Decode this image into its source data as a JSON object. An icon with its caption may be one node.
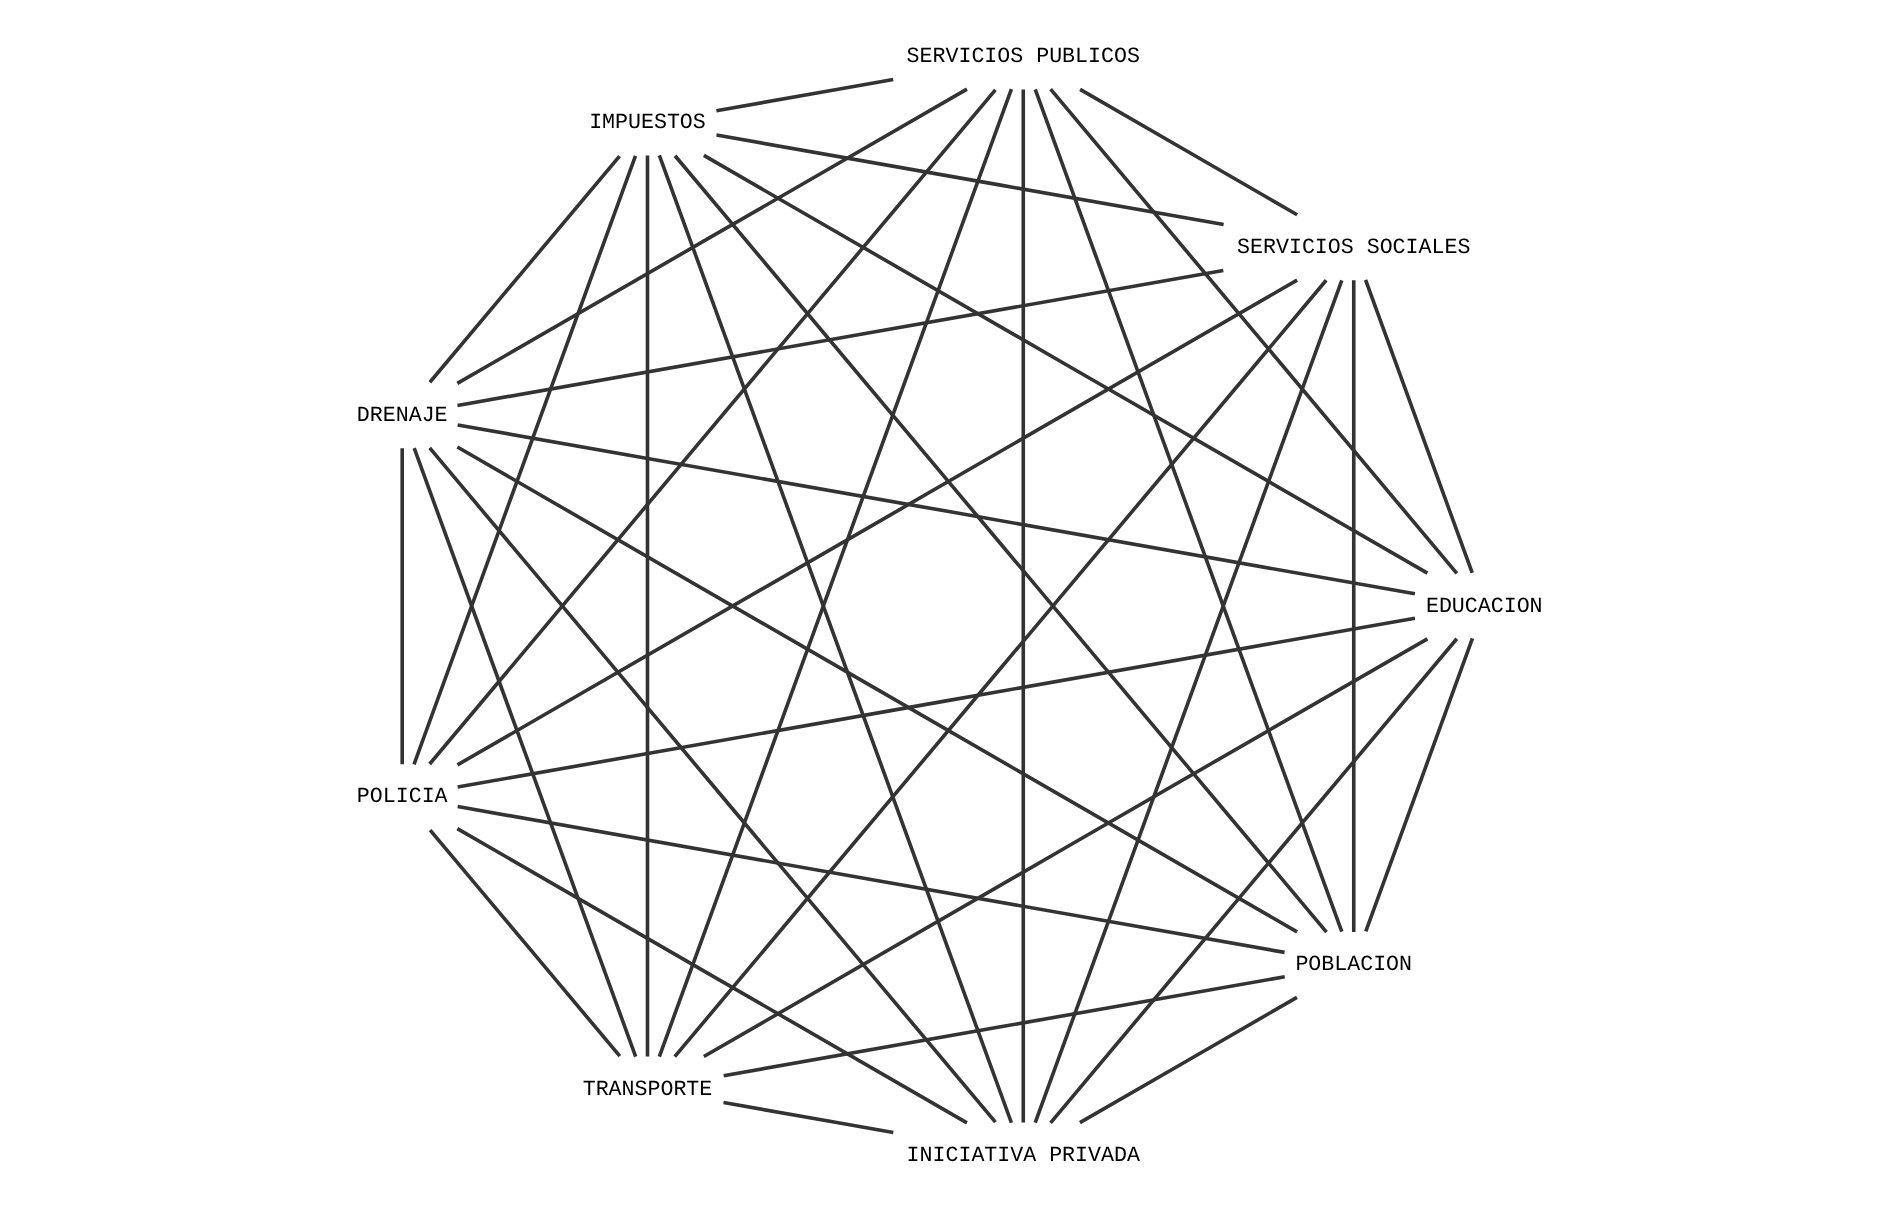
{
  "diagram": {
    "nodes": [
      {
        "text": [
          "POBLACION"
        ]
      },
      {
        "text": [
          "EDUCACION"
        ]
      },
      {
        "text": [
          "TRANSPORTE"
        ]
      },
      {
        "text": [
          "POLICIA"
        ]
      },
      {
        "text": [
          "DRENAJE"
        ]
      },
      {
        "text": [
          "IMPUESTOS"
        ]
      },
      {
        "text": [
          "SERVICIOS PUBLICOS"
        ]
      },
      {
        "text": [
          "SERVICIOS SOCIALES"
        ]
      },
      {
        "text": [
          "INICIATIVA PRIVADA"
        ]
      }
    ],
    "edges": [
      {
        "from": 0,
        "to": 1,
        "arrow": "none"
      },
      {
        "from": 0,
        "to": 2,
        "arrow": "none"
      },
      {
        "from": 0,
        "to": 3,
        "arrow": "none"
      },
      {
        "from": 0,
        "to": 4,
        "arrow": "none"
      },
      {
        "from": 0,
        "to": 5,
        "arrow": "none"
      },
      {
        "from": 0,
        "to": 6,
        "arrow": "none"
      },
      {
        "from": 0,
        "to": 7,
        "arrow": "none"
      },
      {
        "from": 0,
        "to": 8,
        "arrow": "none"
      },
      {
        "from": 1,
        "to": 2,
        "arrow": "none"
      },
      {
        "from": 1,
        "to": 3,
        "arrow": "none"
      },
      {
        "from": 1,
        "to": 4,
        "arrow": "none"
      },
      {
        "from": 1,
        "to": 5,
        "arrow": "none"
      },
      {
        "from": 1,
        "to": 6,
        "arrow": "none"
      },
      {
        "from": 1,
        "to": 7,
        "arrow": "none"
      },
      {
        "from": 1,
        "to": 8,
        "arrow": "none"
      },
      {
        "from": 2,
        "to": 3,
        "arrow": "none"
      },
      {
        "from": 2,
        "to": 4,
        "arrow": "none"
      },
      {
        "from": 2,
        "to": 5,
        "arrow": "none"
      },
      {
        "from": 2,
        "to": 6,
        "arrow": "none"
      },
      {
        "from": 2,
        "to": 7,
        "arrow": "none"
      },
      {
        "from": 2,
        "to": 8,
        "arrow": "none"
      },
      {
        "from": 3,
        "to": 4,
        "arrow": "none"
      },
      {
        "from": 3,
        "to": 5,
        "arrow": "none"
      },
      {
        "from": 3,
        "to": 6,
        "arrow": "none"
      },
      {
        "from": 3,
        "to": 7,
        "arrow": "none"
      },
      {
        "from": 3,
        "to": 8,
        "arrow": "none"
      },
      {
        "from": 4,
        "to": 5,
        "arrow": "none"
      },
      {
        "from": 4,
        "to": 6,
        "arrow": "none"
      },
      {
        "from": 4,
        "to": 7,
        "arrow": "none"
      },
      {
        "from": 4,
        "to": 8,
        "arrow": "none"
      },
      {
        "from": 5,
        "to": 6,
        "arrow": "none"
      },
      {
        "from": 5,
        "to": 7,
        "arrow": "none"
      },
      {
        "from": 5,
        "to": 8,
        "arrow": "none"
      },
      {
        "from": 6,
        "to": 7,
        "arrow": "none"
      },
      {
        "from": 6,
        "to": 8,
        "arrow": "none"
      },
      {
        "from": 7,
        "to": 8,
        "arrow": "none"
      }
    ]
  }
}
